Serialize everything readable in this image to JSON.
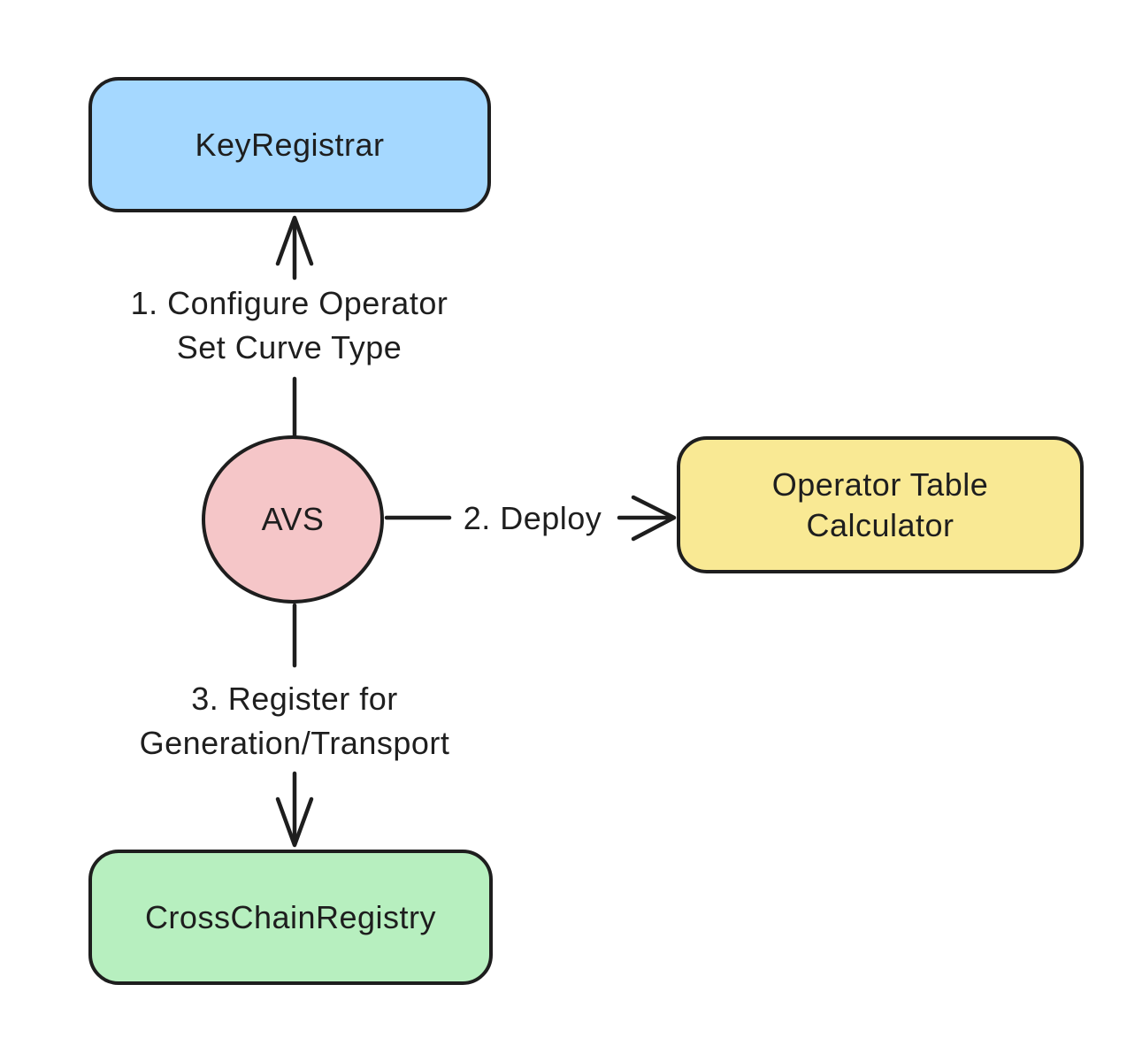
{
  "canvas": {
    "background": "#ffffff",
    "stroke_color": "#1e1e1e"
  },
  "nodes": {
    "keyRegistrar": {
      "label": "KeyRegistrar",
      "fill": "#a5d8ff"
    },
    "avs": {
      "label": "AVS",
      "fill": "#f5c6c8"
    },
    "operatorTableCalculator": {
      "line1": "Operator Table",
      "line2": "Calculator",
      "fill": "#f9e994"
    },
    "crossChainRegistry": {
      "label": "CrossChainRegistry",
      "fill": "#b7efbf"
    }
  },
  "edges": {
    "configureOperatorSet": {
      "line1": "1. Configure Operator",
      "line2": "Set Curve Type"
    },
    "deploy": {
      "label": "2. Deploy"
    },
    "registerGeneration": {
      "line1": "3. Register for",
      "line2": "Generation/Transport"
    }
  }
}
